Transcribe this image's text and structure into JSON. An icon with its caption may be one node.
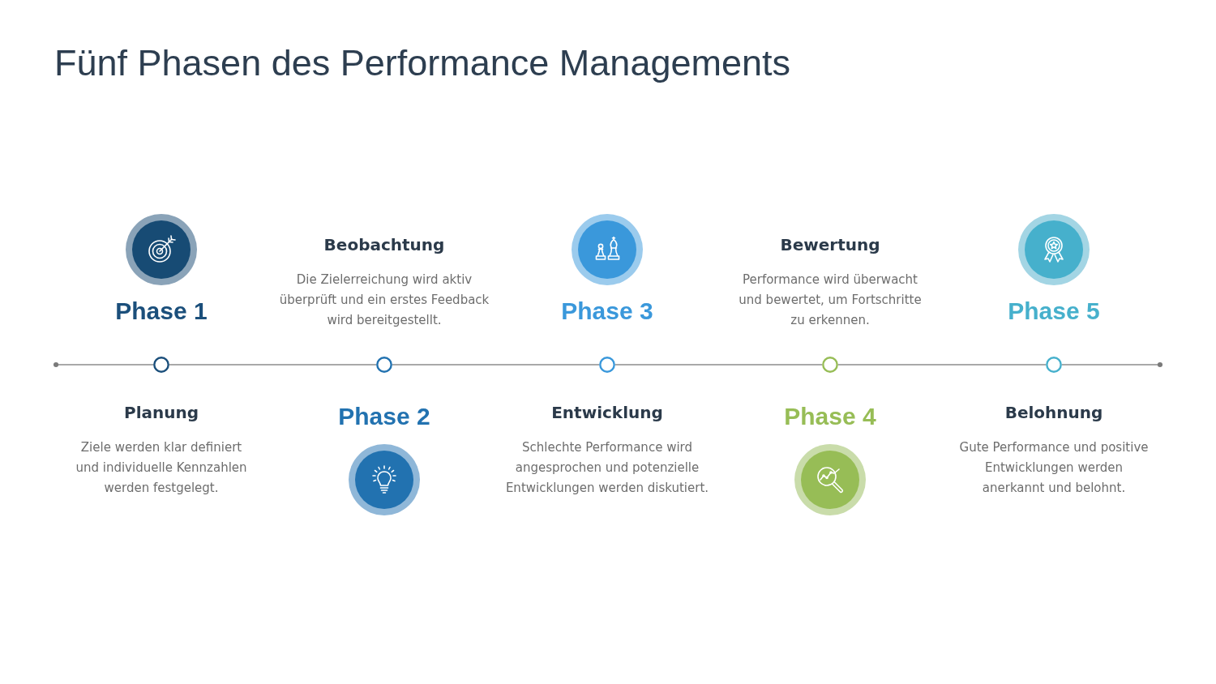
{
  "diagram": {
    "title": "Fünf Phasen des Performance Managements",
    "nodes": [
      {
        "text": [
          "Phase 1"
        ]
      },
      {
        "text": [
          "Phase 2"
        ]
      },
      {
        "text": [
          "Phase 3"
        ]
      },
      {
        "text": [
          "Phase 4"
        ]
      },
      {
        "text": [
          "Phase 5"
        ]
      },
      {
        "text": [],
        "shape": "circle",
        "beside": [
          "Planung",
          "Ziele werden klar definiert und individuelle Kennzahlen werden festgelegt."
        ]
      },
      {
        "text": [],
        "shape": "circle",
        "beside": [
          "Beobachtung",
          "Die Zielerreichung wird aktiv überprüft und ein erstes Feedback wird bereitgestellt."
        ]
      },
      {
        "text": [],
        "shape": "circle",
        "beside": [
          "Entwicklung",
          "Schlechte Performance wird angesprochen und potenzielle Entwicklungen werden diskutiert."
        ]
      },
      {
        "text": [],
        "shape": "circle",
        "beside": [
          "Bewertung",
          "Performance wird überwacht und bewertet, um Fortschritte zu erkennen."
        ]
      },
      {
        "text": [],
        "shape": "circle",
        "beside": [
          "Belohnung",
          "Gute Performance und positive Entwicklungen werden anerkannt und belohnt."
        ]
      }
    ],
    "edges": [
      {
        "from": null,
        "to": 5,
        "arrow": "other"
      },
      {
        "from": 5,
        "to": 6,
        "arrow": "none"
      },
      {
        "from": 6,
        "to": 7,
        "arrow": "none"
      },
      {
        "from": 7,
        "to": 8,
        "arrow": "none"
      },
      {
        "from": 8,
        "to": 9,
        "arrow": "none"
      },
      {
        "from": 9,
        "to": null,
        "arrow": "other"
      }
    ]
  }
}
